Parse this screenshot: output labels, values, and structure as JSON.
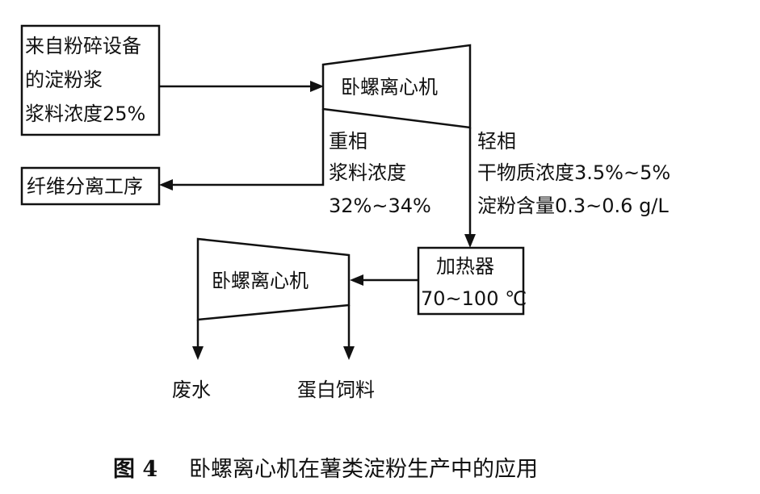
{
  "nodes": {
    "source_box": {
      "lines": [
        "来自粉碎设备",
        "的淀粉浆",
        "浆料浓度25%"
      ]
    },
    "centrifuge_1": {
      "label": "卧螺离心机"
    },
    "fiber_box": {
      "label": "纤维分离工序"
    },
    "heater_box": {
      "lines": [
        "加热器",
        "70~100 ℃"
      ]
    },
    "centrifuge_2": {
      "label": "卧螺离心机"
    }
  },
  "labels": {
    "heavy_phase": [
      "重相",
      "浆料浓度",
      "32%~34%"
    ],
    "light_phase": [
      "轻相",
      "干物质浓度3.5%~5%",
      "淀粉含量0.3~0.6 g/L"
    ],
    "waste_water": "废水",
    "protein_feed": "蛋白饲料"
  },
  "caption": {
    "figure_no": "图 4",
    "title": "卧螺离心机在薯类淀粉生产中的应用"
  }
}
